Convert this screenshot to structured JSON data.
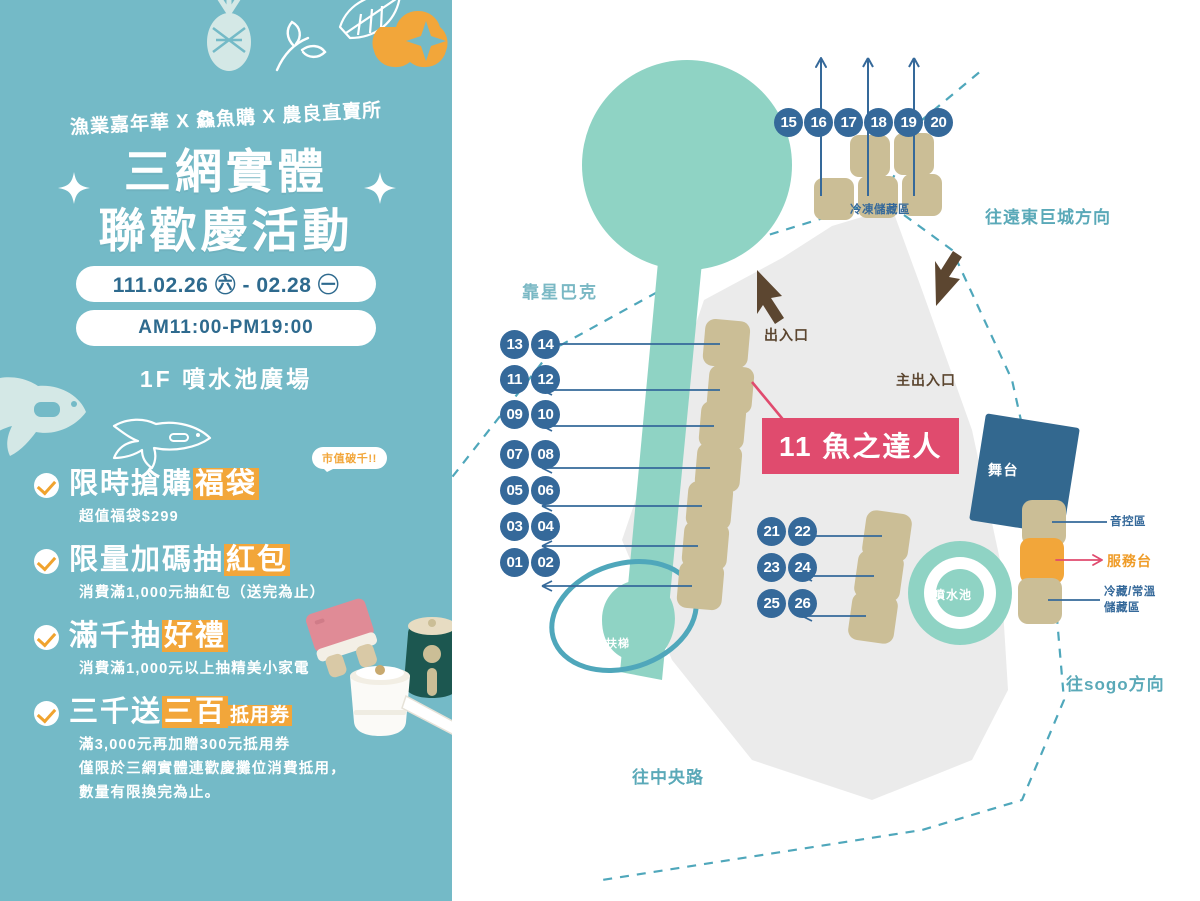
{
  "poster": {
    "subtitle": "漁業嘉年華 X 鱻魚購 X 農良直賣所",
    "title_line1": "三網實體",
    "title_line2": "聯歡慶活動",
    "date_pill": "111.02.26 ㊅ - 02.28 ㊀",
    "time_pill": "AM11:00-PM19:00",
    "venue": "1F 噴水池廣場",
    "badge": "市值破千!!",
    "promos": [
      {
        "title_plain": "限時搶購",
        "title_highlight": "福袋",
        "title_suffix": "",
        "sub": "超值福袋$299"
      },
      {
        "title_plain": "限量加碼抽",
        "title_highlight": "紅包",
        "title_suffix": "",
        "sub": "消費滿1,000元抽紅包（送完為止）"
      },
      {
        "title_plain": "滿千抽",
        "title_highlight": "好禮",
        "title_suffix": "",
        "sub": "消費滿1,000元以上抽精美小家電"
      },
      {
        "title_plain": "三千送",
        "title_highlight": "三百",
        "title_suffix": "抵用券",
        "sub": "滿3,000元再加贈300元抵用券\n僅限於三網實體連歡慶攤位消費抵用，\n數量有限換完為止。"
      }
    ]
  },
  "map": {
    "booth_numbers_top": [
      "15",
      "16",
      "17",
      "18",
      "19",
      "20"
    ],
    "booth_pairs_left": [
      [
        "13",
        "14"
      ],
      [
        "11",
        "12"
      ],
      [
        "09",
        "10"
      ],
      [
        "07",
        "08"
      ],
      [
        "05",
        "06"
      ],
      [
        "03",
        "04"
      ],
      [
        "01",
        "02"
      ]
    ],
    "booth_pairs_lower": [
      [
        "21",
        "22"
      ],
      [
        "23",
        "24"
      ],
      [
        "25",
        "26"
      ]
    ],
    "featured_banner": "11 魚之達人",
    "labels": {
      "frozen_storage": "冷凍儲藏區",
      "near_starbucks": "靠星巴克",
      "exit": "出入口",
      "main_exit": "主出入口",
      "stage": "舞台",
      "fountain": "噴水池",
      "escalator": "手扶梯",
      "sound_control": "音控區",
      "service_desk": "服務台",
      "cold_storage": "冷藏/常溫\n儲藏區",
      "dir_far_east": "往遠東巨城方向",
      "dir_sogo": "往sogo方向",
      "dir_central_rd": "往中央路"
    }
  },
  "colors": {
    "teal_bg": "#74bac7",
    "accent_orange": "#f2a63a",
    "banner_pink": "#e04b6e",
    "booth_blue": "#35699a",
    "booth_tan": "#cbbe96",
    "stage_blue": "#33688f",
    "mint": "#8fd3c4",
    "floor_grey": "#ebebeb"
  }
}
